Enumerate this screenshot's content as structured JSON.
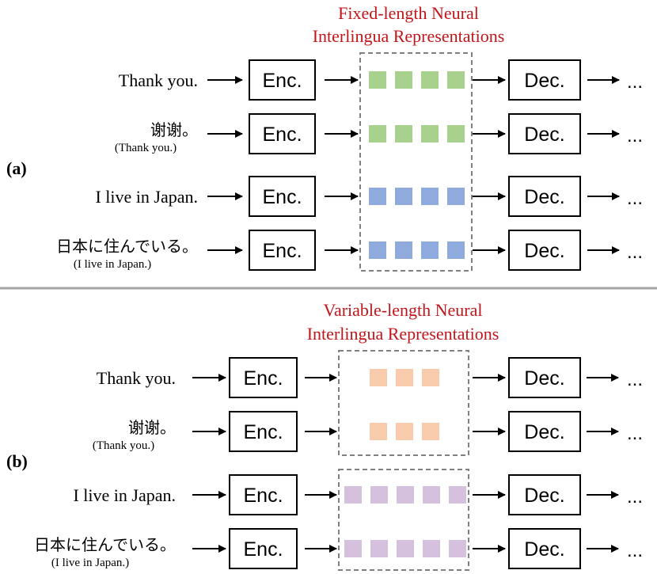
{
  "colors": {
    "title": "#c0161b",
    "green": "#a9d18e",
    "blue": "#8faadc",
    "orange": "#f8cbad",
    "purple": "#d5c0dd",
    "dashed_border": "#808080",
    "divider": "#a6a6a6"
  },
  "panel_a": {
    "label": "(a)",
    "title_line1": "Fixed-length Neural",
    "title_line2": "Interlingua Representations",
    "rows": [
      {
        "sentence": "Thank you.",
        "translation": "",
        "encoder": "Enc.",
        "decoder": "Dec.",
        "output": "...",
        "units": 4,
        "unit_color": "green"
      },
      {
        "sentence": "谢谢。",
        "translation": "(Thank you.)",
        "encoder": "Enc.",
        "decoder": "Dec.",
        "output": "...",
        "units": 4,
        "unit_color": "green"
      },
      {
        "sentence": "I live in Japan.",
        "translation": "",
        "encoder": "Enc.",
        "decoder": "Dec.",
        "output": "...",
        "units": 4,
        "unit_color": "blue"
      },
      {
        "sentence": "日本に住んでいる。",
        "translation": "(I live in Japan.)",
        "encoder": "Enc.",
        "decoder": "Dec.",
        "output": "...",
        "units": 4,
        "unit_color": "blue"
      }
    ]
  },
  "panel_b": {
    "label": "(b)",
    "title_line1": "Variable-length Neural",
    "title_line2": "Interlingua Representations",
    "rows": [
      {
        "sentence": "Thank you.",
        "translation": "",
        "encoder": "Enc.",
        "decoder": "Dec.",
        "output": "...",
        "units": 3,
        "unit_color": "orange"
      },
      {
        "sentence": "谢谢。",
        "translation": "(Thank you.)",
        "encoder": "Enc.",
        "decoder": "Dec.",
        "output": "...",
        "units": 3,
        "unit_color": "orange"
      },
      {
        "sentence": "I live in Japan.",
        "translation": "",
        "encoder": "Enc.",
        "decoder": "Dec.",
        "output": "...",
        "units": 5,
        "unit_color": "purple"
      },
      {
        "sentence": "日本に住んでいる。",
        "translation": "(I live in Japan.)",
        "encoder": "Enc.",
        "decoder": "Dec.",
        "output": "...",
        "units": 5,
        "unit_color": "purple"
      }
    ]
  }
}
